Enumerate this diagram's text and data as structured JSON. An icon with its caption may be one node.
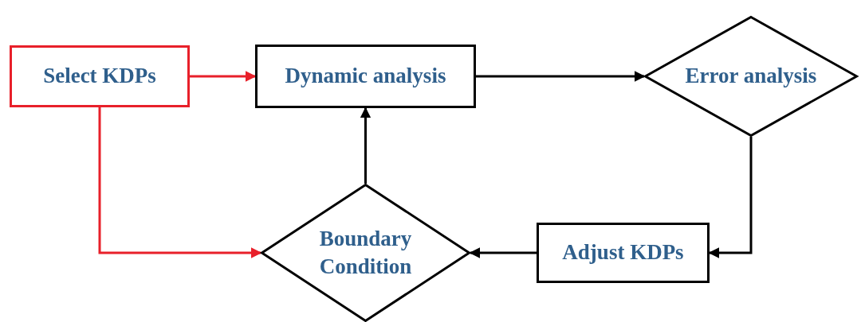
{
  "diagram": {
    "nodes": [
      {
        "text": [
          "Select KDPs"
        ]
      },
      {
        "text": [
          "Dynamic analysis"
        ]
      },
      {
        "text": [
          "Error analysis"
        ]
      },
      {
        "text": [
          "Adjust KDPs"
        ]
      },
      {
        "text": [
          "Boundary Condition"
        ]
      }
    ],
    "edges": [
      {
        "from": 0,
        "to": 1,
        "arrow": "to",
        "color": "#e8202a"
      },
      {
        "from": 1,
        "to": 2,
        "arrow": "to"
      },
      {
        "from": 2,
        "to": 3,
        "arrow": "to"
      },
      {
        "from": 3,
        "to": 4,
        "arrow": "to"
      },
      {
        "from": 4,
        "to": 1,
        "arrow": "to"
      },
      {
        "from": 0,
        "to": 4,
        "arrow": "to",
        "color": "#e8202a"
      }
    ]
  }
}
